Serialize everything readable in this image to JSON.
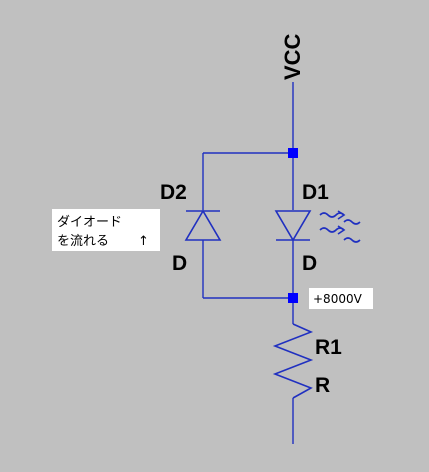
{
  "vcc_label": "VCC",
  "d2": {
    "ref": "D2",
    "value": "D"
  },
  "d1": {
    "ref": "D1",
    "value": "D"
  },
  "r1": {
    "ref": "R1",
    "value": "R"
  },
  "note": {
    "line1": "ダイオード",
    "line2": "を流れる",
    "arrow": "↑"
  },
  "voltage_label": "+8000V",
  "colors": {
    "background": "#c0c0c0",
    "wire": "#2030c0",
    "node": "#0000ff",
    "label": "#000000",
    "note_bg": "#ffffff"
  }
}
